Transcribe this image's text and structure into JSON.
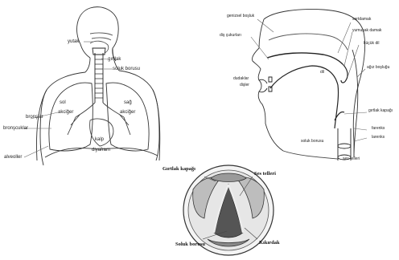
{
  "respiratory": {
    "labels": {
      "yutak": "yutak",
      "girtlak": "gırtlak",
      "soluk_borusu": "soluk borusu",
      "sol_akciger_1": "sol",
      "sol_akciger_2": "akciğer",
      "sag_akciger_1": "sağ",
      "sag_akciger_2": "akciğer",
      "bronslar": "bronşlar",
      "bronscuklar": "bronşcuklar",
      "kalp": "kalp",
      "diyafram": "diyafram",
      "alveoller": "alveoller"
    }
  },
  "vocal_tract": {
    "labels": {
      "genizsel_bosluk": "genizsel boşluk",
      "dis_cukurlari": "diş çukurları",
      "sertdamak": "sertdamak",
      "yumusak_damak": "yumuşak damak",
      "kucuk_dil": "küçük dil",
      "agiz_boslugu": "ağız boşluğu",
      "dudaklar": "dudaklar",
      "disler": "dişler",
      "dil": "dil",
      "girtlak_kapagi": "gırtlak kapağı",
      "farenks": "farenks",
      "larenks": "larenks",
      "soluk_borusu": "soluk borusu",
      "ses_telleri": "ses telleri"
    }
  },
  "larynx_view": {
    "labels": {
      "girtlak_kapagi": "Gırtlak kapağı",
      "ses_telleri": "Ses telleri",
      "soluk_borusu": "Soluk borusu",
      "kikirdak": "Kıkırdak"
    }
  }
}
